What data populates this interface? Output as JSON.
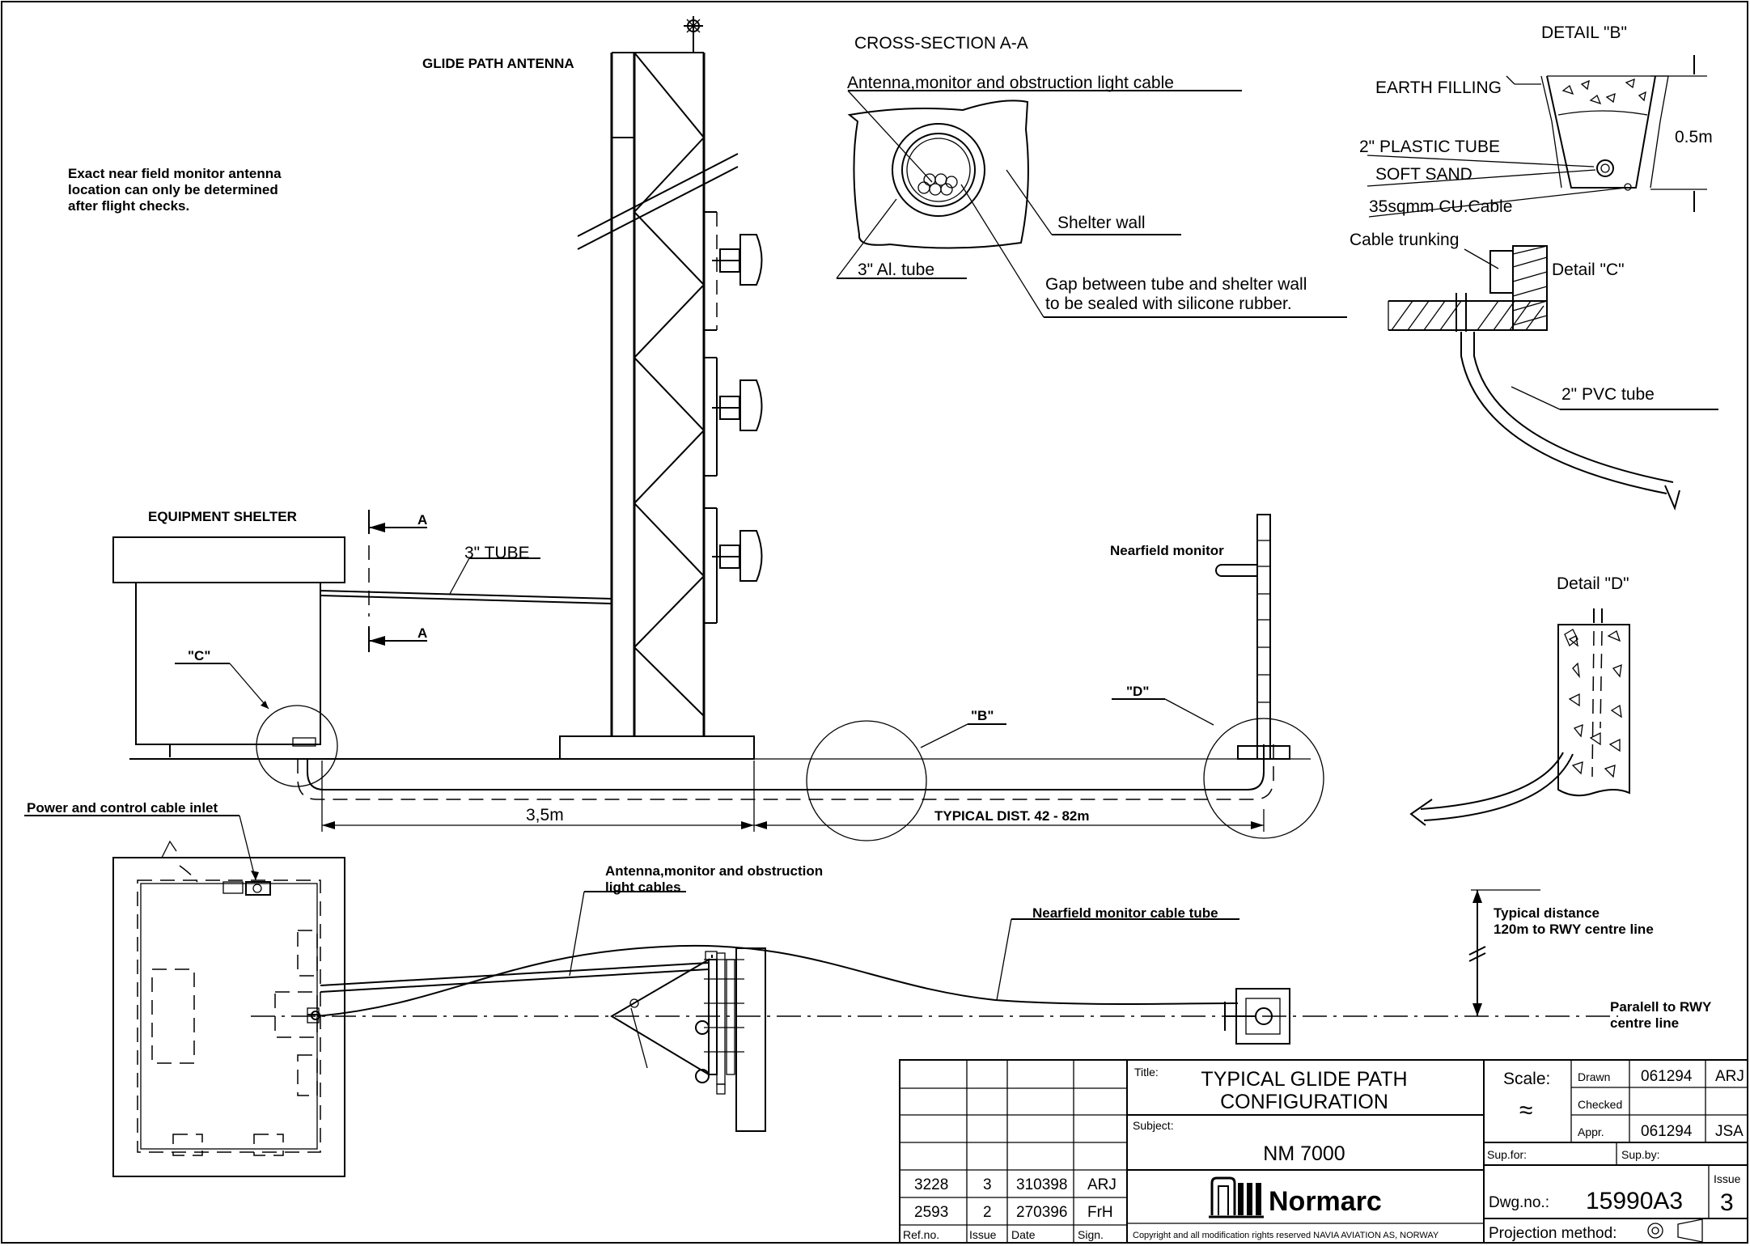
{
  "labels": {
    "glide_path_antenna": "GLIDE PATH ANTENNA",
    "near_field_note": [
      "Exact near field monitor antenna",
      "location can only be determined",
      "after flight checks."
    ],
    "cross_section": "CROSS-SECTION A-A",
    "cable_bundle": "Antenna,monitor and obstruction light cable",
    "shelter_wall": "Shelter wall",
    "al_tube": "3\" Al. tube",
    "gap_note": [
      "Gap between tube and shelter wall",
      "to be sealed with silicone rubber."
    ],
    "detail_b": "DETAIL \"B\"",
    "earth_filling": "EARTH FILLING",
    "plastic_tube": "2\" PLASTIC TUBE",
    "soft_sand": "SOFT SAND",
    "cu_cable": "35sqmm CU.Cable",
    "depth": "0.5m",
    "cable_trunking": "Cable trunking",
    "detail_c": "Detail \"C\"",
    "pvc_tube": "2\" PVC tube",
    "equipment_shelter": "EQUIPMENT SHELTER",
    "section_a": "A",
    "tube_3in": "3\" TUBE",
    "ref_c": "\"C\"",
    "ref_b": "\"B\"",
    "ref_d": "\"D\"",
    "nearfield_monitor": "Nearfield monitor",
    "detail_d": "Detail \"D\"",
    "dist_35": "3,5m",
    "typical_dist": "TYPICAL DIST. 42 - 82m",
    "power_inlet": "Power and control cable inlet",
    "antenna_cables": [
      "Antenna,monitor and obstruction",
      "light cables"
    ],
    "nearfield_tube": "Nearfield monitor cable tube",
    "typical_distance": [
      "Typical distance",
      "120m to RWY centre line"
    ],
    "parallel_rwy": [
      "Paralell to RWY",
      "centre line"
    ]
  },
  "title_block": {
    "title_label": "Title:",
    "title": [
      "TYPICAL GLIDE PATH",
      "CONFIGURATION"
    ],
    "subject_label": "Subject:",
    "subject": "NM 7000",
    "company": "Normarc",
    "copyright": "Copyright and all modification rights reserved NAVIA AVIATION AS, NORWAY",
    "scale_label": "Scale:",
    "scale_value": "≈",
    "drawn_label": "Drawn",
    "drawn_date": "061294",
    "drawn_sign": "ARJ",
    "checked_label": "Checked",
    "appr_label": "Appr.",
    "appr_date": "061294",
    "appr_sign": "JSA",
    "sup_for": "Sup.for:",
    "sup_by": "Sup.by:",
    "dwg_label": "Dwg.no.:",
    "dwg_no": "15990A3",
    "issue_label": "Issue",
    "issue_no": "3",
    "projection": "Projection method:",
    "revisions": [
      {
        "ref": "3228",
        "issue": "3",
        "date": "310398",
        "sign": "ARJ"
      },
      {
        "ref": "2593",
        "issue": "2",
        "date": "270396",
        "sign": "FrH"
      }
    ],
    "rev_headers": {
      "ref": "Ref.no.",
      "issue": "Issue",
      "date": "Date",
      "sign": "Sign."
    }
  }
}
